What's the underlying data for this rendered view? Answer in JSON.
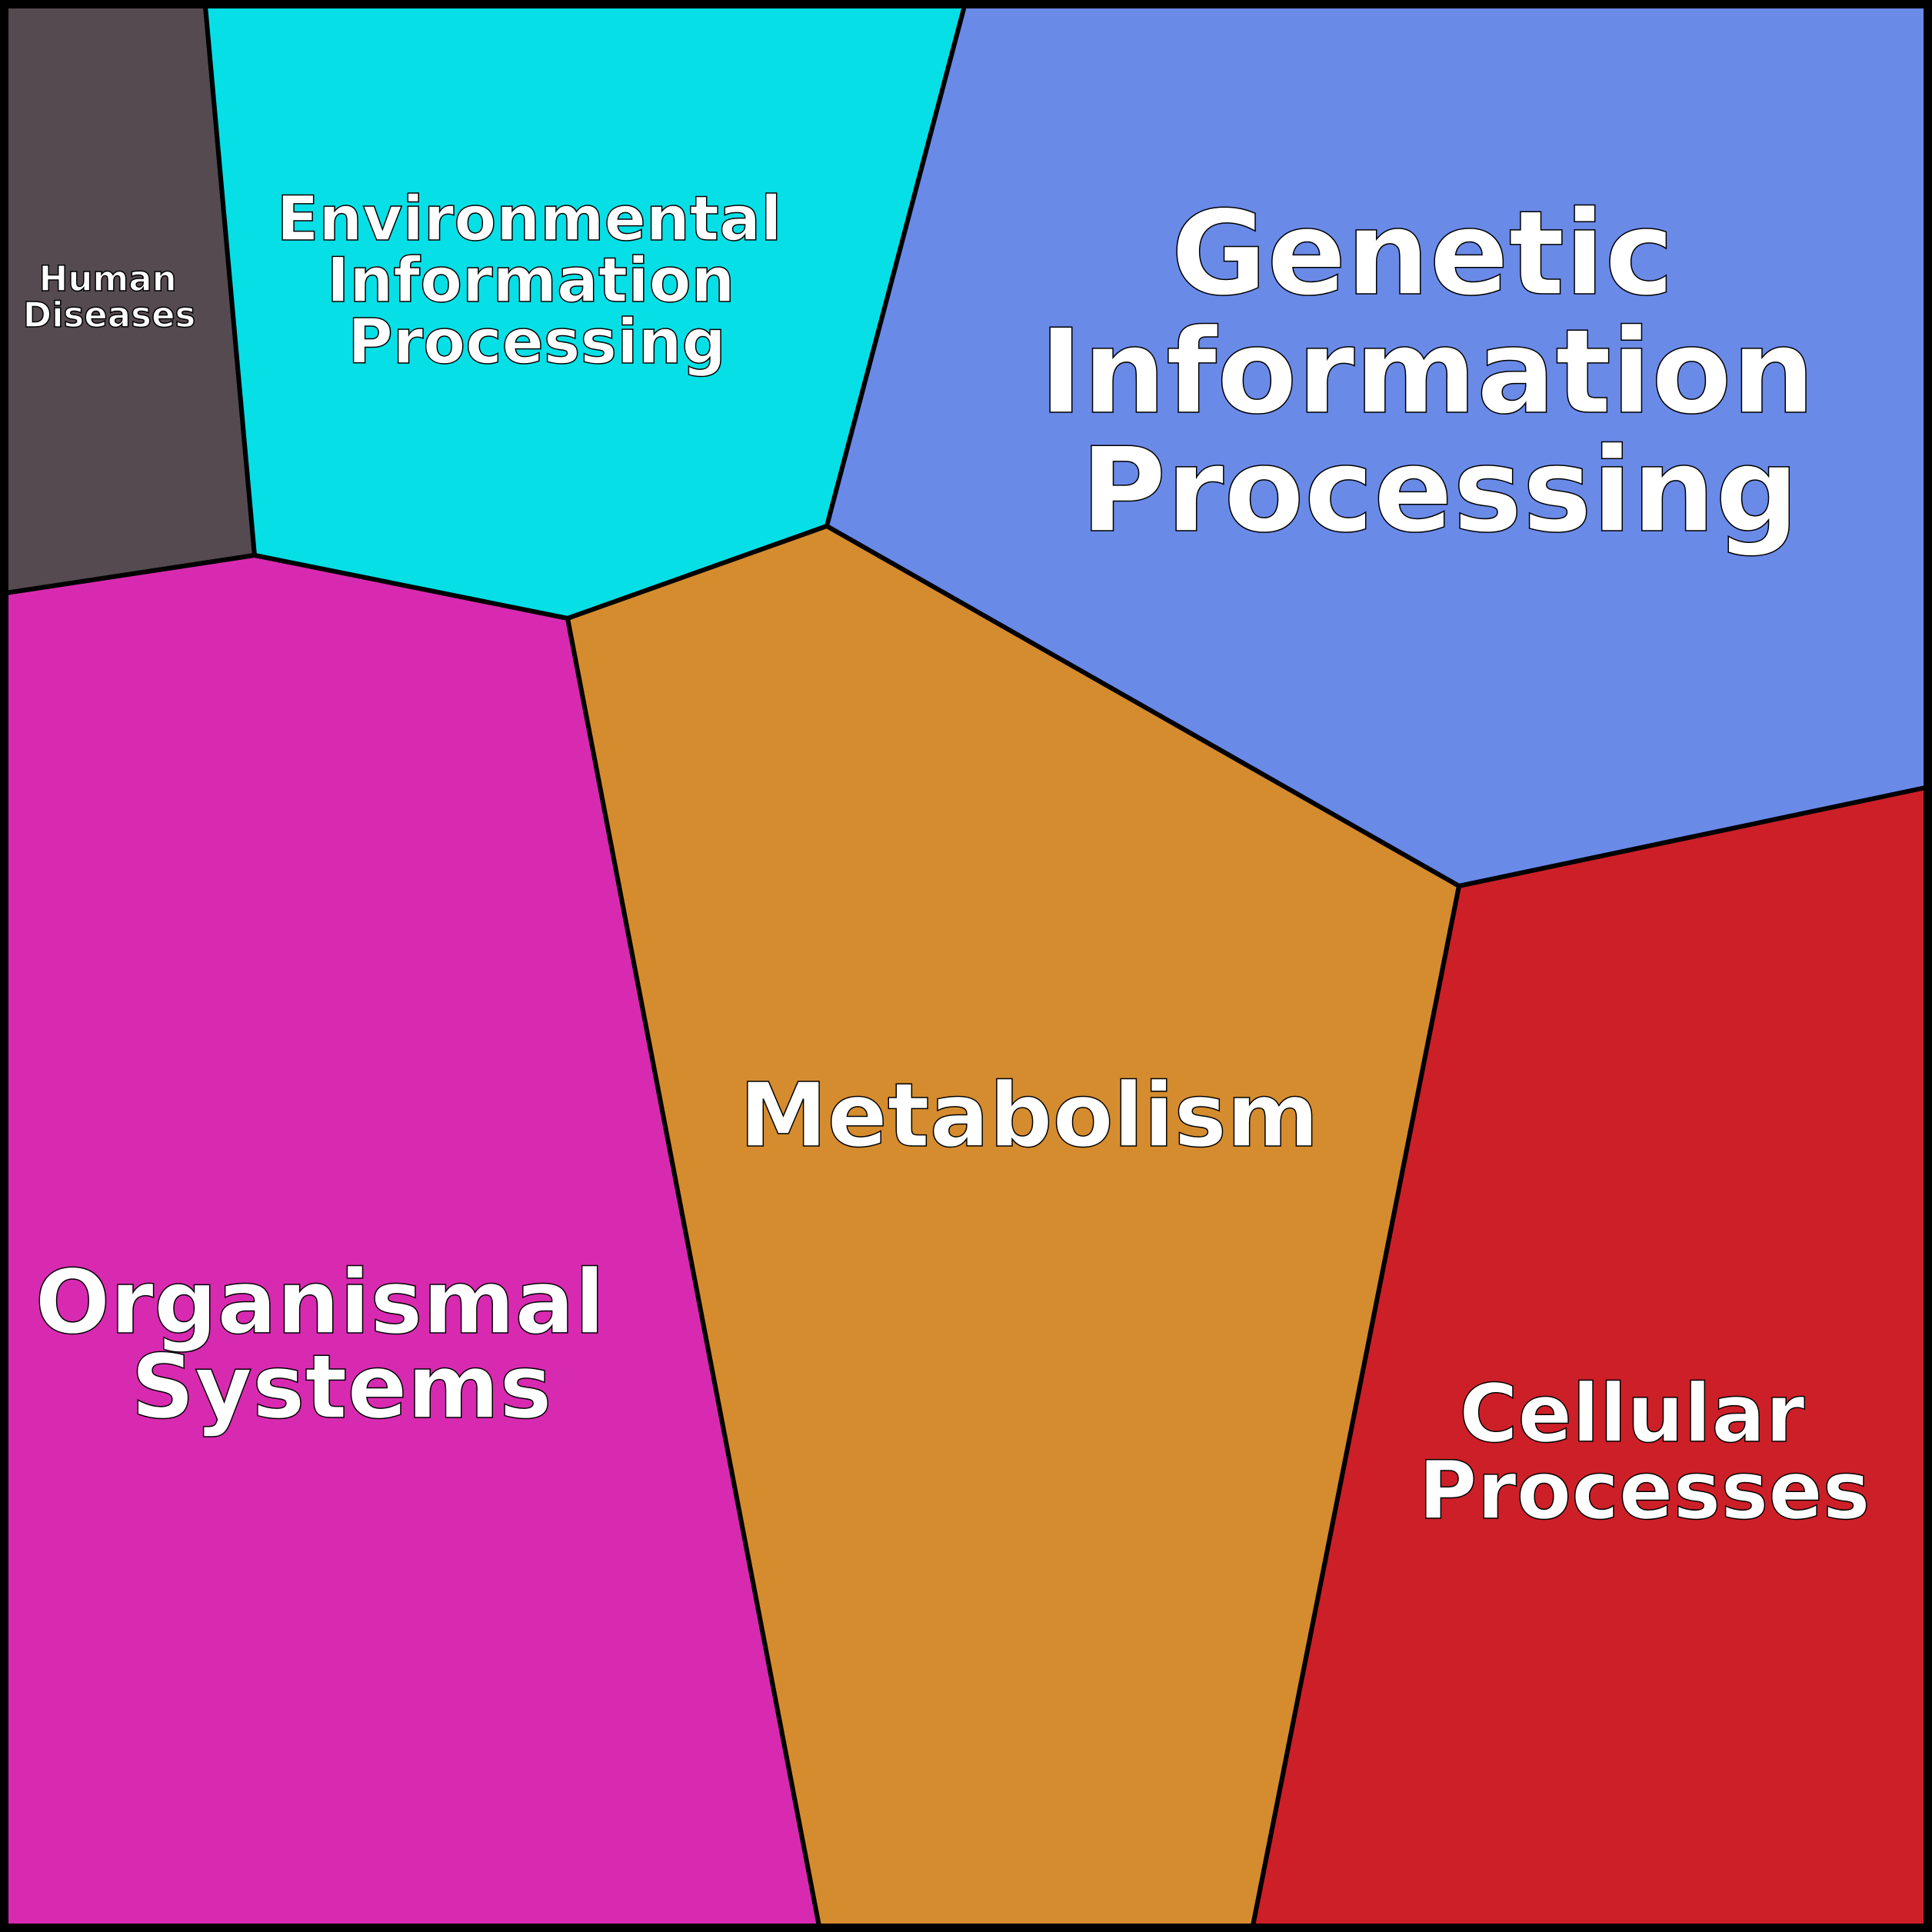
{
  "regions": {
    "human_diseases": {
      "lines": [
        "Human",
        "Diseases"
      ],
      "color": "#544a50"
    },
    "environmental": {
      "lines": [
        "Environmental",
        "Information",
        "Processing"
      ],
      "color": "#06dfe5"
    },
    "genetic": {
      "lines": [
        "Genetic",
        "Information",
        "Processing"
      ],
      "color": "#6a8ae8"
    },
    "organismal": {
      "lines": [
        "Organismal",
        "Systems"
      ],
      "color": "#d82ab0"
    },
    "metabolism": {
      "lines": [
        "Metabolism"
      ],
      "color": "#d58c2e"
    },
    "cellular": {
      "lines": [
        "Cellular",
        "Processes"
      ],
      "color": "#cd1f28"
    }
  }
}
